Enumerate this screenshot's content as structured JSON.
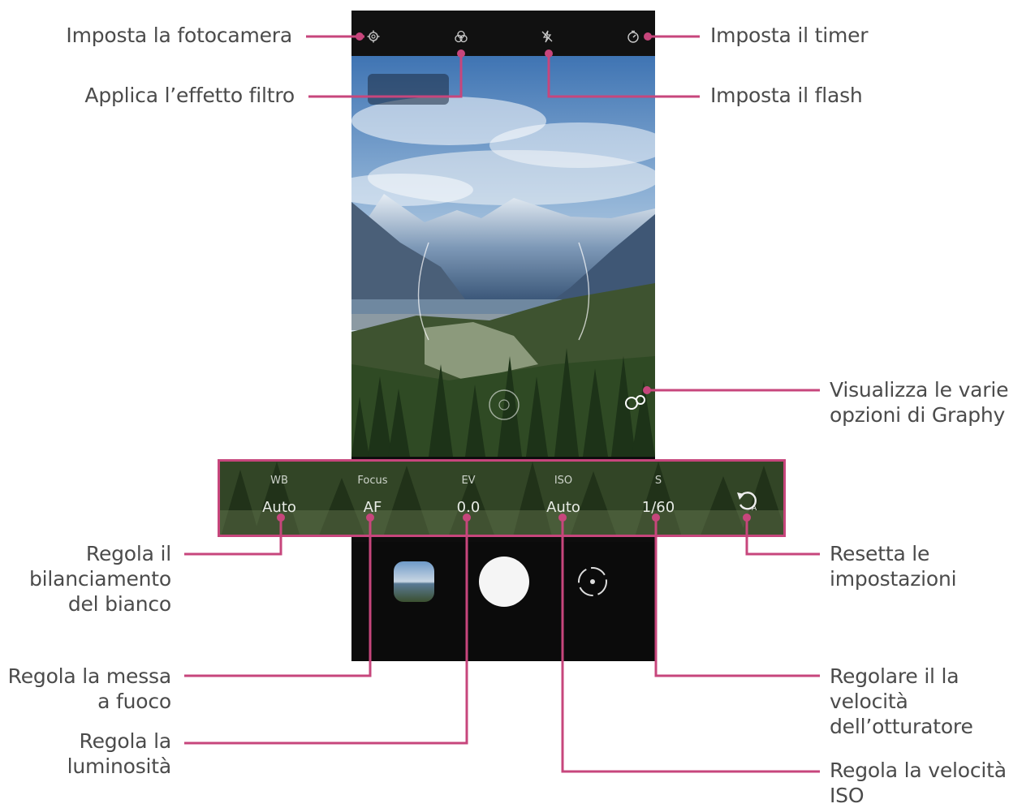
{
  "annotations": {
    "camera_settings": "Imposta la fotocamera",
    "filter": "Applica l’effetto filtro",
    "timer": "Imposta il timer",
    "flash": "Imposta il flash",
    "graphy": [
      "Visualizza le varie",
      "opzioni di Graphy"
    ],
    "white_balance": [
      "Regola il",
      "bilanciamento",
      "del bianco"
    ],
    "reset": [
      "Resetta le",
      "impostazioni"
    ],
    "focus": [
      "Regola la messa",
      "a fuoco"
    ],
    "brightness": [
      "Regola la",
      "luminosità"
    ],
    "shutter": [
      "Regolare il la",
      "velocità",
      "dell’otturatore"
    ],
    "iso": [
      "Regola la velocità",
      "ISO"
    ]
  },
  "manual_controls": [
    {
      "title": "WB",
      "value": "Auto"
    },
    {
      "title": "Focus",
      "value": "AF"
    },
    {
      "title": "EV",
      "value": "0.0"
    },
    {
      "title": "ISO",
      "value": "Auto"
    },
    {
      "title": "S",
      "value": "1/60"
    }
  ],
  "colors": {
    "accent": "#c7467c",
    "phone_bg": "#0d0d0d",
    "label_text": "#4b4b4b"
  },
  "icons": {
    "settings": "gear-icon",
    "filter": "filter-icon",
    "flash": "flash-off-icon",
    "timer": "timer-icon",
    "graphy": "graphy-icon",
    "reset": "reset-icon",
    "switch_camera": "switch-camera-icon",
    "shutter": "shutter-button",
    "gallery": "gallery-thumbnail"
  }
}
